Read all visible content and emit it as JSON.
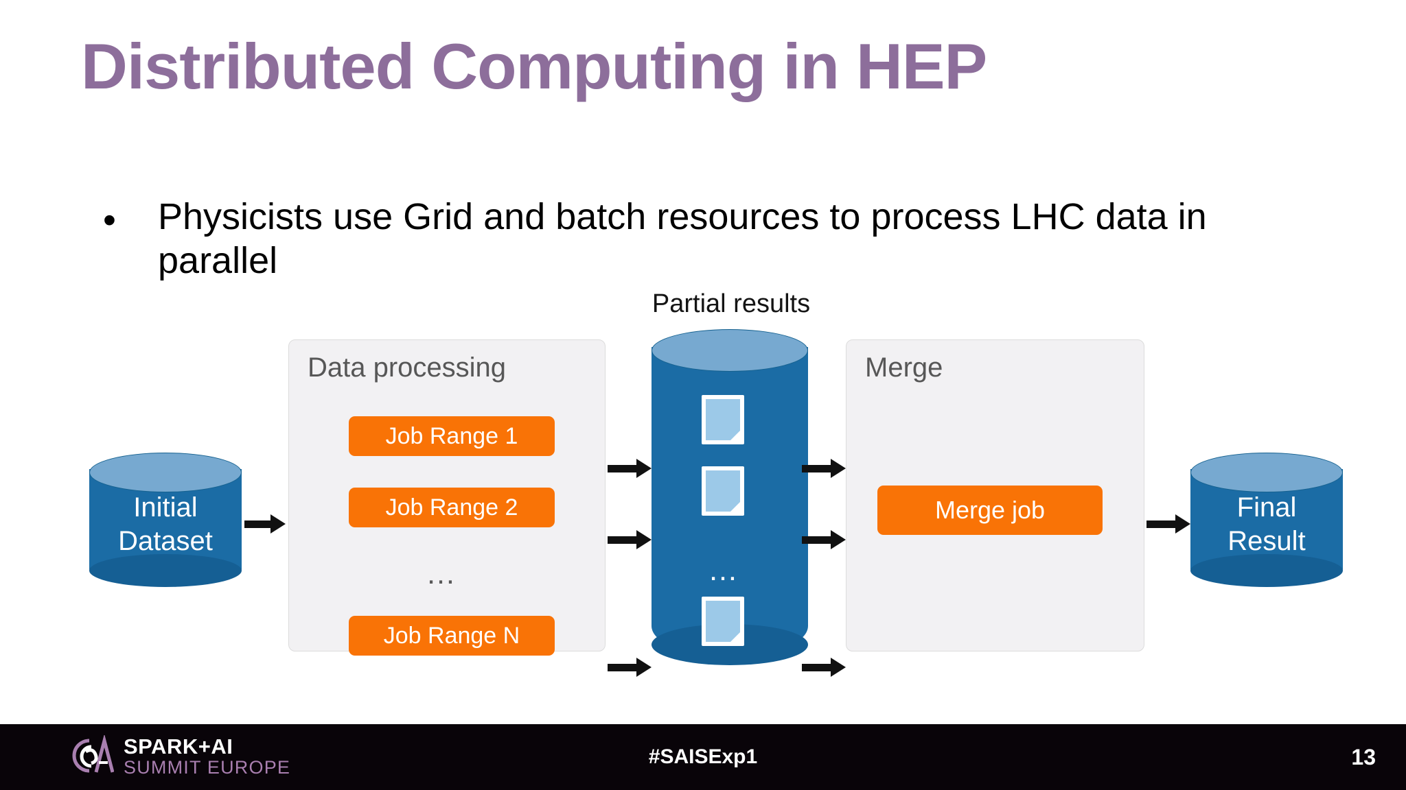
{
  "slide": {
    "title": "Distributed Computing in HEP",
    "title_color": "#8D6E9B",
    "bullet_marker": "•",
    "bullet_text": "Physicists use Grid and batch resources to process LHC data in parallel"
  },
  "diagram": {
    "partial_results_caption": "Partial results",
    "initial_db": {
      "line1": "Initial",
      "line2": "Dataset"
    },
    "final_db": {
      "line1": "Final",
      "line2": "Result"
    },
    "panels": [
      {
        "key": "data_processing",
        "title": "Data processing"
      },
      {
        "key": "merge",
        "title": "Merge"
      }
    ],
    "jobs": [
      {
        "label": "Job Range 1"
      },
      {
        "label": "Job Range 2"
      },
      {
        "label": "Job Range N"
      }
    ],
    "jobs_ellipsis": "…",
    "cylinder_ellipsis": "…",
    "merge_job_label": "Merge job",
    "colors": {
      "chip_orange": "#F97306",
      "panel_fill": "#F2F1F3",
      "panel_title_gray": "#575757",
      "cylinder_body_blue": "#1B6CA5",
      "cylinder_top_blue": "#77A9D0",
      "document_blue": "#9CC9E8",
      "arrow_black": "#111111"
    },
    "documents": [
      {
        "name": "partial-result-document-1"
      },
      {
        "name": "partial-result-document-2"
      },
      {
        "name": "partial-result-document-3"
      }
    ],
    "arrows": [
      {
        "name": "arrow-initial-to-data-processing"
      },
      {
        "name": "arrow-job1-to-partial-results"
      },
      {
        "name": "arrow-job2-to-partial-results"
      },
      {
        "name": "arrow-jobn-to-partial-results"
      },
      {
        "name": "arrow-partial-results-to-merge-1"
      },
      {
        "name": "arrow-partial-results-to-merge-2"
      },
      {
        "name": "arrow-partial-results-to-merge-3"
      },
      {
        "name": "arrow-merge-to-final-result"
      }
    ]
  },
  "footer": {
    "logo_line1": "SPARK+AI",
    "logo_line2": "SUMMIT EUROPE",
    "hashtag": "#SAISExp1",
    "page_number": "13",
    "background": "#090409",
    "logo_accent": "#A97FB0"
  }
}
